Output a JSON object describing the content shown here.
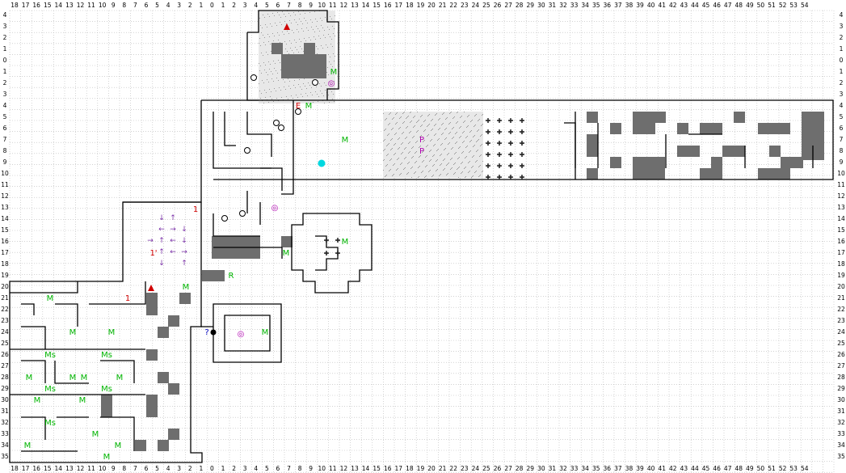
{
  "colors": {
    "wall": "#000000",
    "grid": "#b8b8b8",
    "filled": "#6e6e6e",
    "monster": "#00b400",
    "purple": "#b000b0",
    "red": "#d00000",
    "teleport": "#7a2fa8",
    "water": "#00d8e0",
    "darkzone": "#e8e8e8"
  },
  "axis": {
    "x_labels": [
      "18",
      "17",
      "16",
      "15",
      "14",
      "13",
      "12",
      "11",
      "10",
      "9",
      "8",
      "7",
      "6",
      "5",
      "4",
      "3",
      "2",
      "1",
      "0",
      "1",
      "2",
      "3",
      "4",
      "5",
      "6",
      "7",
      "8",
      "9",
      "10",
      "11",
      "12",
      "13",
      "14",
      "15",
      "16",
      "17",
      "18",
      "19",
      "20",
      "21",
      "22",
      "23",
      "24",
      "25",
      "26",
      "27",
      "28",
      "29",
      "30",
      "31",
      "32",
      "33",
      "34",
      "35",
      "36",
      "37",
      "38",
      "39",
      "40",
      "41",
      "42",
      "43",
      "44",
      "45",
      "46",
      "47",
      "48",
      "49",
      "50",
      "51",
      "52",
      "53",
      "54"
    ],
    "y_labels": [
      "4",
      "3",
      "2",
      "1",
      "0",
      "1",
      "2",
      "3",
      "4",
      "5",
      "6",
      "7",
      "8",
      "9",
      "10",
      "11",
      "12",
      "13",
      "14",
      "15",
      "16",
      "17",
      "18",
      "19",
      "20",
      "21",
      "22",
      "23",
      "24",
      "25",
      "26",
      "27",
      "28",
      "29",
      "30",
      "31",
      "32",
      "33",
      "34",
      "35"
    ]
  },
  "markers": {
    "monster": "M",
    "monster_special": "Ms",
    "encounter": "E",
    "rune": "R",
    "pit": "P",
    "teleport_number": "1",
    "teleport_number_target": "1'",
    "unknown": "?",
    "chute": "◎",
    "stairs": "▲"
  }
}
